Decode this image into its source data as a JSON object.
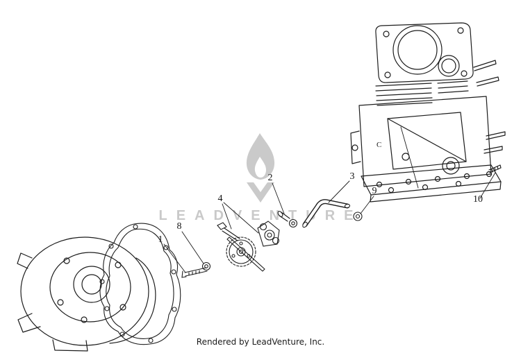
{
  "page": {
    "background": "#ffffff",
    "ink": "#1c1c1c"
  },
  "watermark": {
    "text": "LEADVENTURE",
    "color": "#c9c9c9"
  },
  "footer": {
    "text": "Rendered by LeadVenture, Inc."
  },
  "diagram": {
    "engine_mark": "C",
    "callouts": [
      {
        "label": "1"
      },
      {
        "label": "2"
      },
      {
        "label": "3"
      },
      {
        "label": "4"
      },
      {
        "label": "8"
      },
      {
        "label": "9"
      },
      {
        "label": "10"
      }
    ]
  }
}
